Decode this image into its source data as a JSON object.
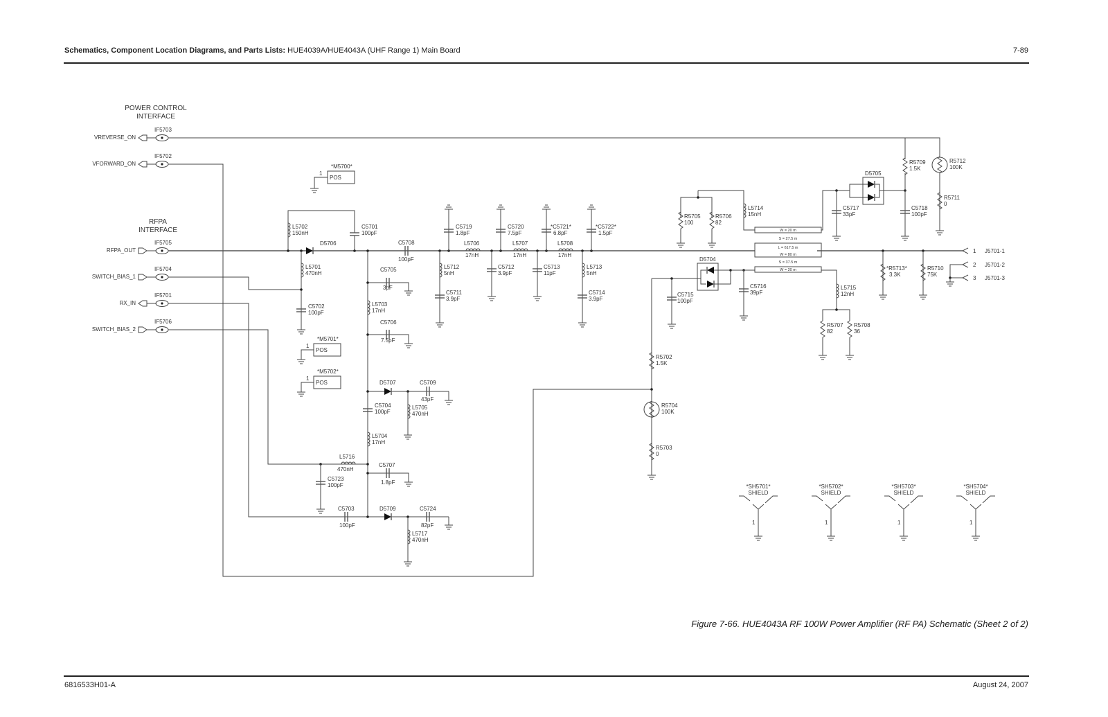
{
  "header": {
    "title_bold": "Schematics, Component Location Diagrams, and Parts Lists:",
    "title_rest": " HUE4039A/HUE4043A (UHF Range 1) Main Board",
    "page_number": "7-89"
  },
  "caption": "Figure 7-66. HUE4043A  RF 100W Power Amplifier (RF PA) Schematic (Sheet 2 of 2)",
  "footer": {
    "doc_number": "6816533H01-A",
    "date": "August 24, 2007"
  },
  "schematic": {
    "section_titles": {
      "power_control_1": "POWER CONTROL",
      "power_control_2": "INTERFACE",
      "rfpa_1": "RFPA",
      "rfpa_2": "INTERFACE"
    },
    "ports": [
      {
        "signal": "VREVERSE_ON",
        "ref": "IF5703"
      },
      {
        "signal": "VFORWARD_ON",
        "ref": "IF5702"
      },
      {
        "signal": "RFPA_OUT",
        "ref": "IF5705"
      },
      {
        "signal": "SWITCH_BIAS_1",
        "ref": "IF5704"
      },
      {
        "signal": "RX_IN",
        "ref": "IF5701"
      },
      {
        "signal": "SWITCH_BIAS_2",
        "ref": "IF5706"
      }
    ],
    "mounts": [
      {
        "ref": "*M5700*",
        "pin": "1",
        "label": "POS"
      },
      {
        "ref": "*M5701*",
        "pin": "1",
        "label": "POS"
      },
      {
        "ref": "*M5702*",
        "pin": "1",
        "label": "POS"
      }
    ],
    "components": {
      "L5702": {
        "ref": "L5702",
        "value": "150nH"
      },
      "C5701": {
        "ref": "C5701",
        "value": "100pF"
      },
      "D5706": {
        "ref": "D5706"
      },
      "L5701": {
        "ref": "L5701",
        "value": "470nH"
      },
      "C5702": {
        "ref": "C5702",
        "value": "100pF"
      },
      "C5708": {
        "ref": "C5708",
        "value": "100pF"
      },
      "C5705": {
        "ref": "C5705",
        "value": "3pF"
      },
      "L5703": {
        "ref": "L5703",
        "value": "17nH"
      },
      "C5706": {
        "ref": "C5706",
        "value": "7.5pF"
      },
      "D5707": {
        "ref": "D5707"
      },
      "C5709": {
        "ref": "C5709",
        "value": "43pF"
      },
      "C5704": {
        "ref": "C5704",
        "value": "100pF"
      },
      "L5705": {
        "ref": "L5705",
        "value": "470nH"
      },
      "L5704": {
        "ref": "L5704",
        "value": "17nH"
      },
      "L5716": {
        "ref": "L5716",
        "value": "470nH"
      },
      "C5723": {
        "ref": "C5723",
        "value": "100pF"
      },
      "C5707": {
        "ref": "C5707",
        "value": "1.8pF"
      },
      "C5703": {
        "ref": "C5703",
        "value": "100pF"
      },
      "D5709": {
        "ref": "D5709"
      },
      "C5724": {
        "ref": "C5724",
        "value": "82pF"
      },
      "L5717": {
        "ref": "L5717",
        "value": "470nH"
      },
      "C5719": {
        "ref": "C5719",
        "value": "1.8pF"
      },
      "L5712": {
        "ref": "L5712",
        "value": "5nH"
      },
      "C5711": {
        "ref": "C5711",
        "value": "3.9pF"
      },
      "L5706": {
        "ref": "L5706",
        "value": "17nH"
      },
      "C5720": {
        "ref": "C5720",
        "value": "7.5pF"
      },
      "C5712": {
        "ref": "C5712",
        "value": "3.9pF"
      },
      "L5707": {
        "ref": "L5707",
        "value": "17nH"
      },
      "C5721": {
        "ref": "*C5721*",
        "value": "6.8pF"
      },
      "C5713": {
        "ref": "C5713",
        "value": "11pF"
      },
      "L5708": {
        "ref": "L5708",
        "value": "17nH"
      },
      "C5722": {
        "ref": "*C5722*",
        "value": "1.5pF"
      },
      "L5713": {
        "ref": "L5713",
        "value": "5nH"
      },
      "C5714": {
        "ref": "C5714",
        "value": "3.9pF"
      },
      "R5705": {
        "ref": "R5705",
        "value": "100"
      },
      "R5706": {
        "ref": "R5706",
        "value": "82"
      },
      "L5714": {
        "ref": "L5714",
        "value": "15nH"
      },
      "C5717": {
        "ref": "C5717",
        "value": "33pF"
      },
      "D5705": {
        "ref": "D5705"
      },
      "R5709": {
        "ref": "R5709",
        "value": "1.5K"
      },
      "C5718": {
        "ref": "C5718",
        "value": "100pF"
      },
      "R5712": {
        "ref": "R5712",
        "value": "100K"
      },
      "R5711": {
        "ref": "R5711",
        "value": "0"
      },
      "D5704": {
        "ref": "D5704"
      },
      "C5715": {
        "ref": "C5715",
        "value": "100pF"
      },
      "C5716": {
        "ref": "C5716",
        "value": "39pF"
      },
      "L5715": {
        "ref": "L5715",
        "value": "12nH"
      },
      "R5707": {
        "ref": "R5707",
        "value": "82"
      },
      "R5708": {
        "ref": "R5708",
        "value": "36"
      },
      "R5713": {
        "ref": "*R5713*",
        "value": "3.3K"
      },
      "R5710": {
        "ref": "R5710",
        "value": "75K"
      },
      "R5702": {
        "ref": "R5702",
        "value": "1.5K"
      },
      "R5704": {
        "ref": "R5704",
        "value": "100K"
      },
      "R5703": {
        "ref": "R5703",
        "value": "0"
      }
    },
    "coupler": {
      "upper_w": "W = 20 m",
      "s_upper": "S = 27.5 m",
      "main_l": "L = 617.5 m",
      "main_w": "W = 80 m",
      "s_lower": "S = 37.5 m",
      "lower_w": "W = 20 m"
    },
    "connector": [
      {
        "pin": "1",
        "ref": "J5701-1"
      },
      {
        "pin": "2",
        "ref": "J5701-2"
      },
      {
        "pin": "3",
        "ref": "J5701-3"
      }
    ],
    "shields": [
      {
        "ref": "*SH5701*",
        "label": "SHIELD",
        "pin": "1"
      },
      {
        "ref": "*SH5702*",
        "label": "SHIELD",
        "pin": "1"
      },
      {
        "ref": "*SH5703*",
        "label": "SHIELD",
        "pin": "1"
      },
      {
        "ref": "*SH5704*",
        "label": "SHIELD",
        "pin": "1"
      }
    ]
  }
}
